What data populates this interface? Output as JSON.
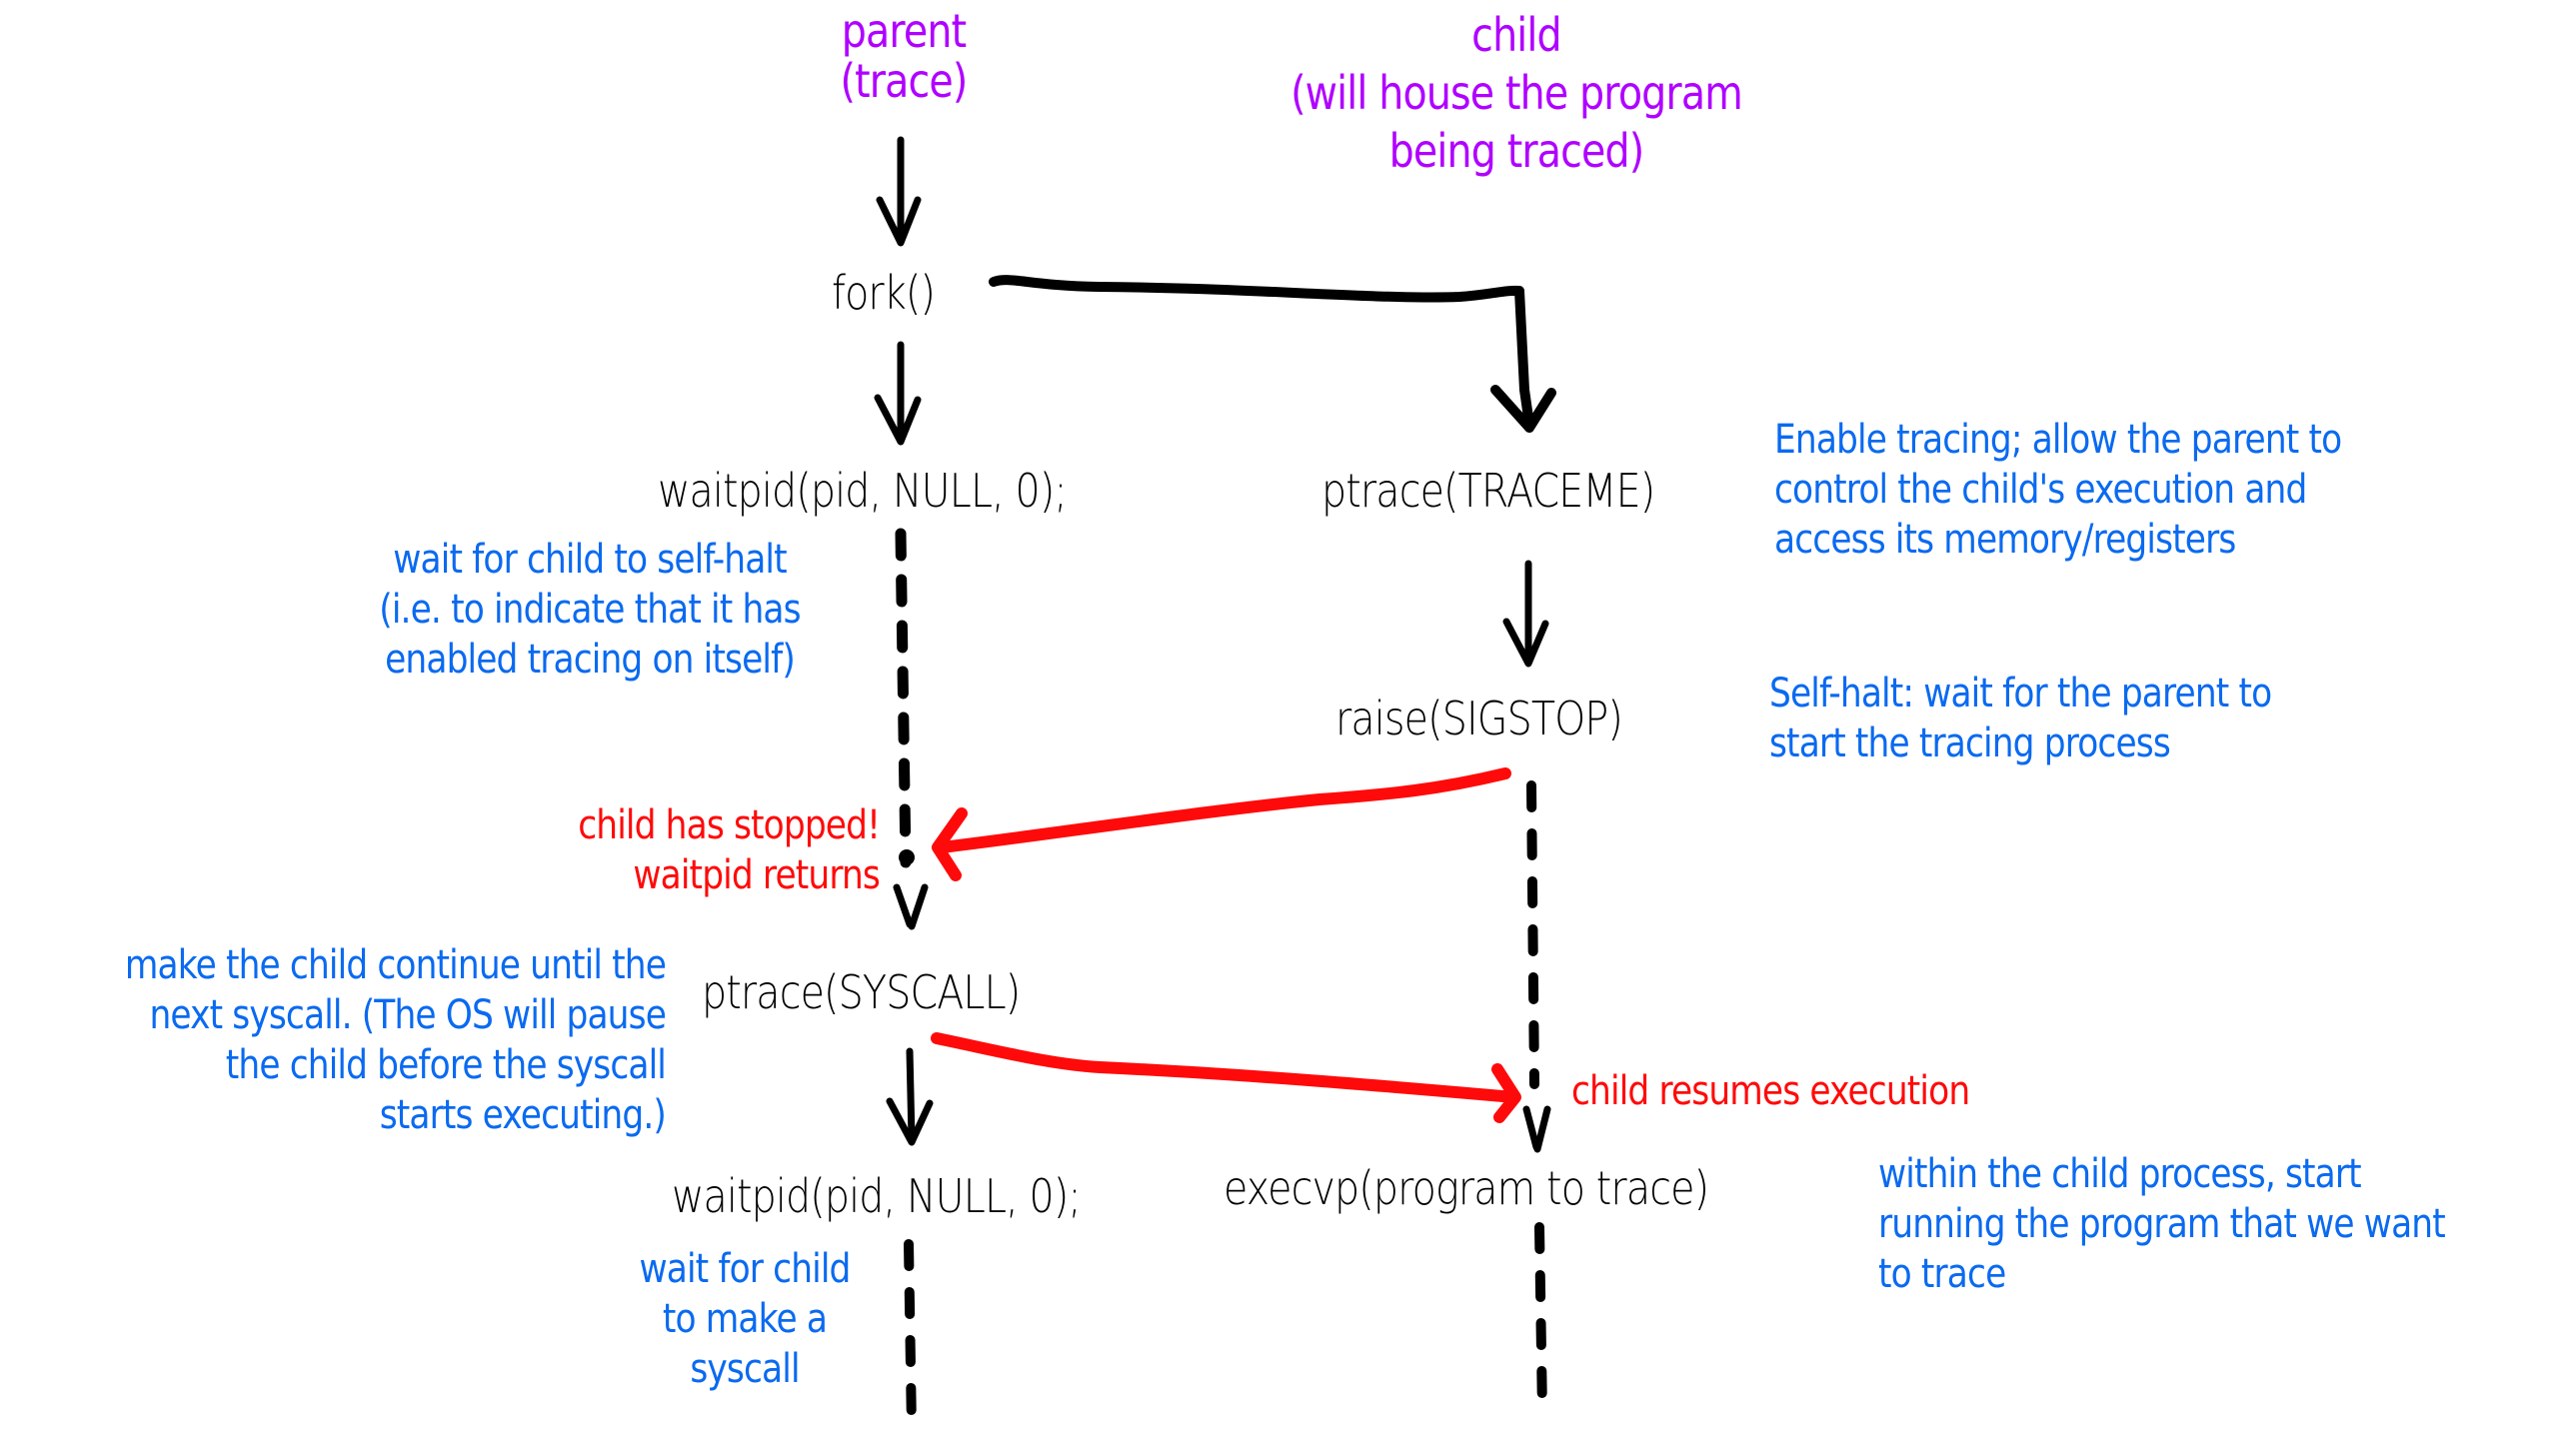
{
  "colors": {
    "ink": "#000000",
    "heading": "#b000ff",
    "note": "#0a6af0",
    "event": "#ff0a0a",
    "background": "#ffffff"
  },
  "headers": {
    "parent": [
      "parent",
      "(trace)"
    ],
    "child": [
      "child",
      "(will house the program",
      "being traced)"
    ]
  },
  "parent_steps": {
    "fork": "fork()",
    "waitpid_1": "waitpid(pid, NULL, 0);",
    "ptrace_syscall": "ptrace(SYSCALL)",
    "waitpid_2": "waitpid(pid, NULL, 0);"
  },
  "child_steps": {
    "ptrace_traceme": "ptrace(TRACEME)",
    "raise_sigstop": "raise(SIGSTOP)",
    "execvp": "execvp(program to trace)"
  },
  "notes": {
    "traceme": [
      "Enable tracing; allow the parent to",
      "control the child's execution and",
      "access its memory/registers"
    ],
    "waitpid_1": [
      "wait for child to self-halt",
      "(i.e. to indicate that it has",
      "enabled tracing on itself)"
    ],
    "sigstop": [
      "Self-halt: wait for the parent to",
      "start the tracing process"
    ],
    "ptrace_syscall": [
      "make the child continue until the",
      "next syscall. (The OS will pause",
      "the child before the syscall",
      "starts executing.)"
    ],
    "execvp": [
      "within the child process, start",
      "running the program that we want",
      "to trace"
    ],
    "waitpid_2": [
      "wait for child",
      "to make a",
      "syscall"
    ]
  },
  "events": {
    "child_stopped": [
      "child has stopped!",
      "waitpid returns"
    ],
    "child_resumes": "child resumes execution"
  }
}
